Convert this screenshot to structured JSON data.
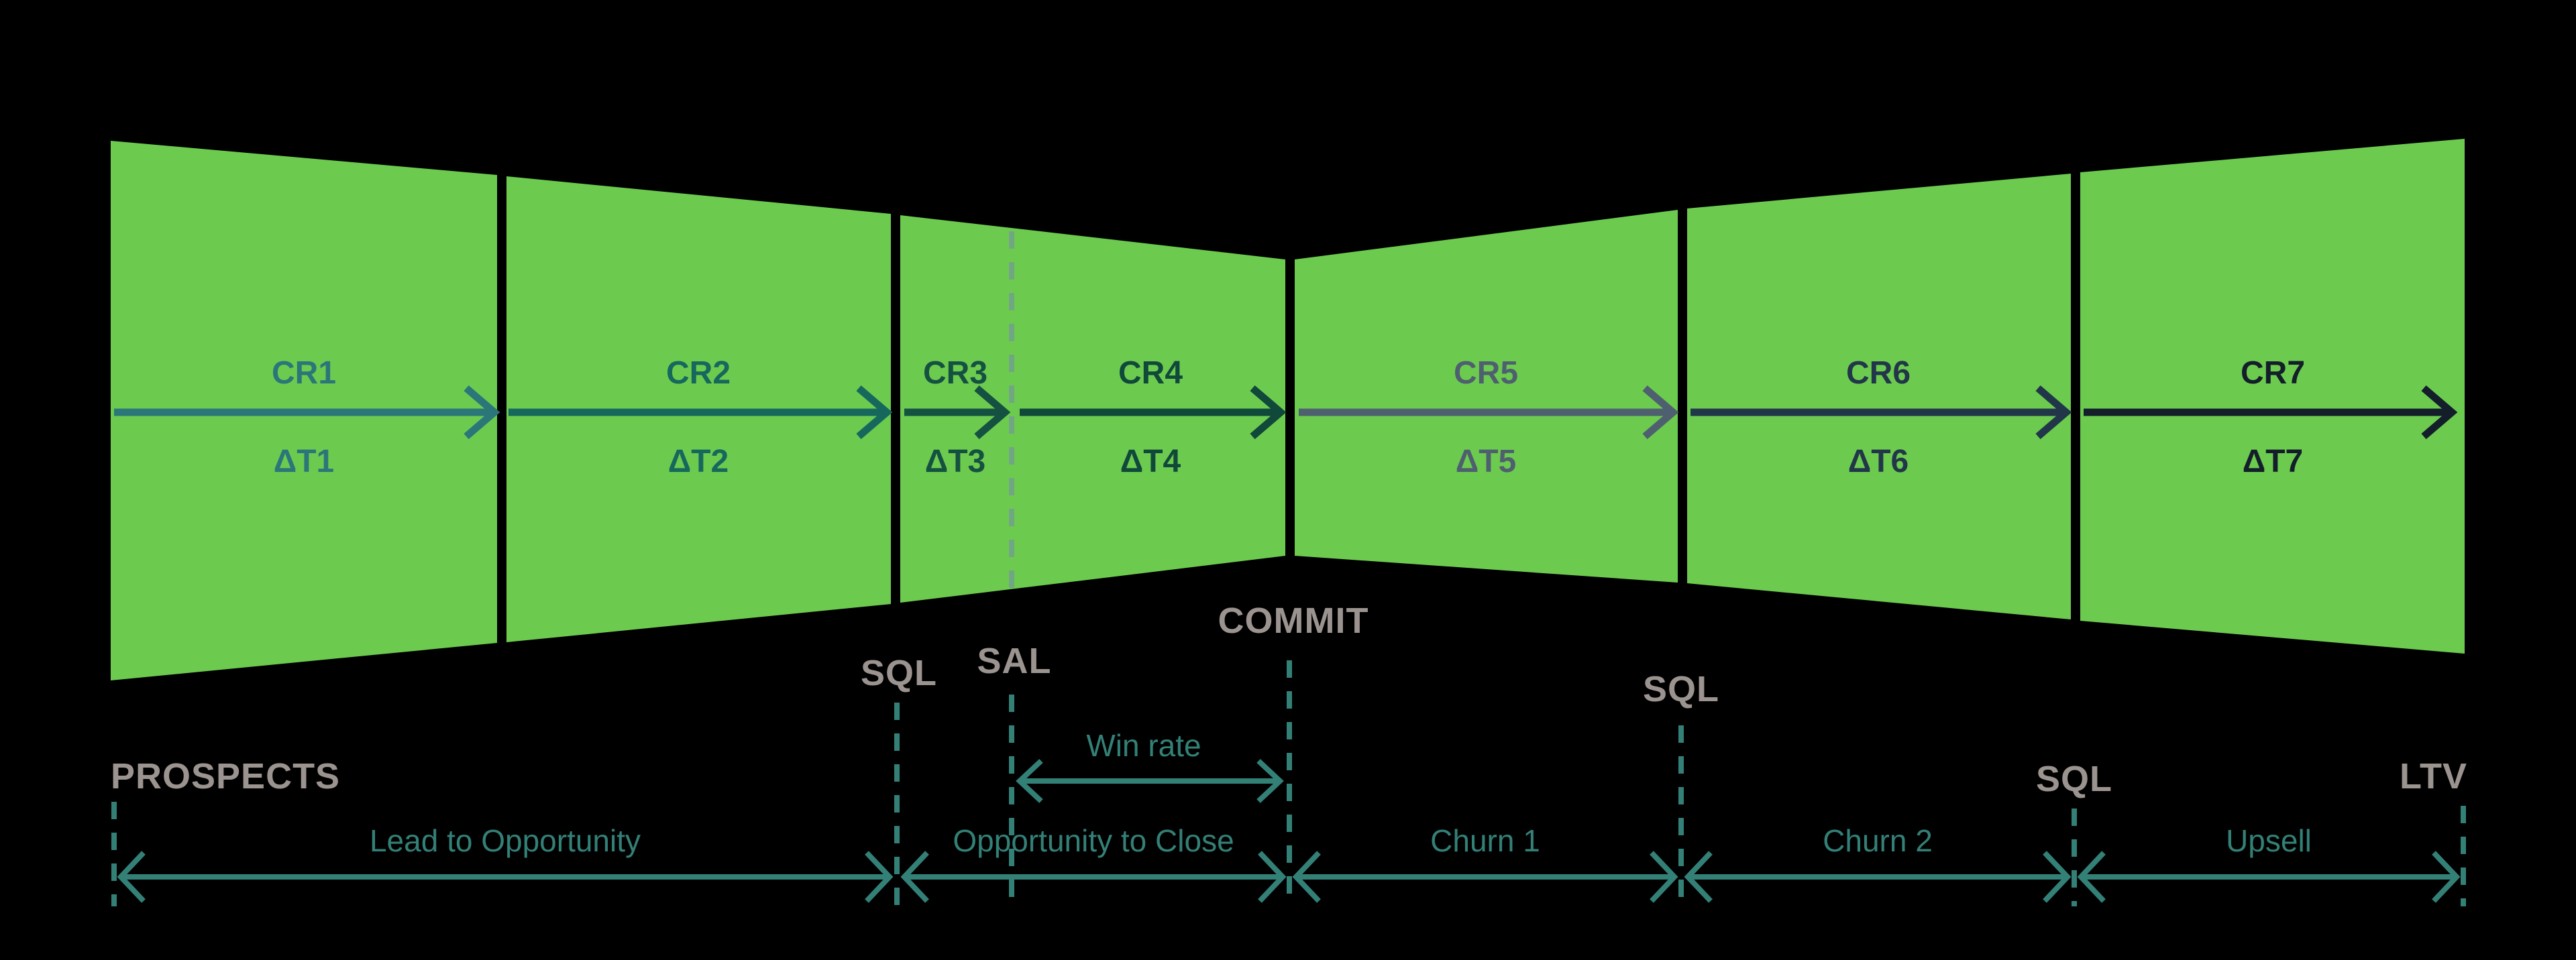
{
  "colors": {
    "background": "#000000",
    "funnel_green": "#6CCB4F",
    "label_gray": "#9B938F",
    "annotation_teal": "#338077",
    "sal_divider_sage": "#71A683",
    "cr_colors": [
      "#2B7679",
      "#17685C",
      "#155141",
      "#10483A",
      "#4E606F",
      "#223649",
      "#131E2A"
    ]
  },
  "funnel": {
    "segments": [
      {
        "cr_label": "CR1",
        "dt_label": "ΔT1"
      },
      {
        "cr_label": "CR2",
        "dt_label": "ΔT2"
      },
      {
        "cr_label": "CR3",
        "dt_label": "ΔT3"
      },
      {
        "cr_label": "CR4",
        "dt_label": "ΔT4"
      },
      {
        "cr_label": "CR5",
        "dt_label": "ΔT5"
      },
      {
        "cr_label": "CR6",
        "dt_label": "ΔT6"
      },
      {
        "cr_label": "CR7",
        "dt_label": "ΔT7"
      }
    ]
  },
  "milestones": {
    "prospects": "PROSPECTS",
    "sql_1": "SQL",
    "sal": "SAL",
    "commit": "COMMIT",
    "sql_2": "SQL",
    "sql_3": "SQL",
    "ltv": "LTV"
  },
  "stages": [
    {
      "label": "Lead to Opportunity"
    },
    {
      "label": "Opportunity to Close"
    },
    {
      "label": "Churn 1"
    },
    {
      "label": "Churn 2"
    },
    {
      "label": "Upsell"
    }
  ],
  "win_rate": {
    "label": "Win rate"
  }
}
